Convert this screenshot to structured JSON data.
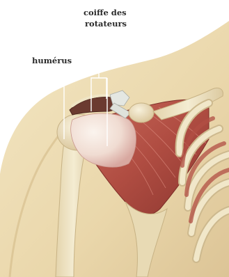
{
  "labels": {
    "rotator_cuff_line1": "coiffe des",
    "rotator_cuff_line2": "rotateurs",
    "humerus": "humérus"
  },
  "colors": {
    "background": "#ffffff",
    "skin": "#ecdcb4",
    "skin_shadow": "#d9c393",
    "bone": "#efe4c4",
    "bone_shadow": "#cdb98e",
    "muscle": "#b5554a",
    "muscle_dark": "#8f3a33",
    "tendon": "#f2e4dc",
    "cartilage": "#e9ece8",
    "leader_line": "#ffffff",
    "text": "#2a2a2a"
  }
}
